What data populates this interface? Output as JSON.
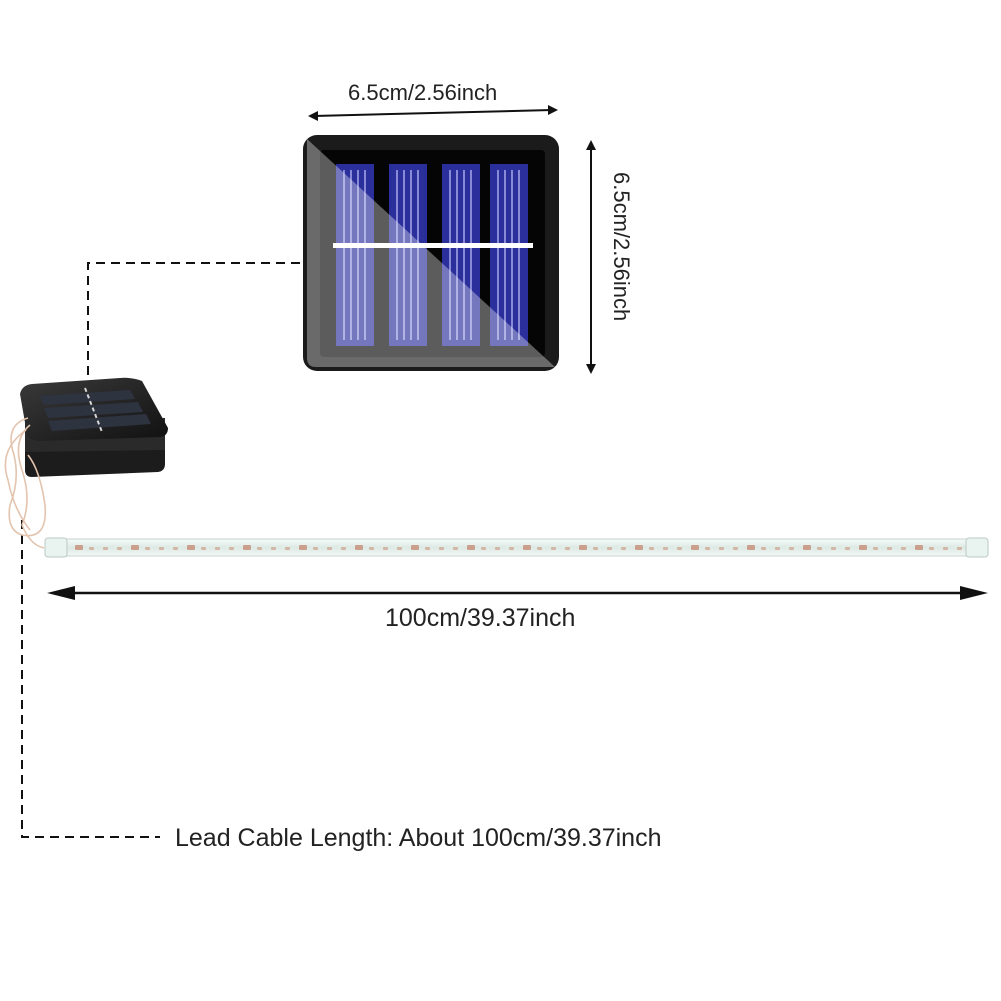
{
  "dimensions": {
    "panel_width": "6.5cm/2.56inch",
    "panel_height": "6.5cm/2.56inch",
    "strip_length": "100cm/39.37inch",
    "lead_cable": "Lead Cable Length: About 100cm/39.37inch"
  },
  "colors": {
    "panel_frame": "#1a1a1a",
    "panel_inner": "#050505",
    "solar_cell": "#2b2f9c",
    "cell_line": "#c8c8ff",
    "dimension_line": "#111111",
    "strip_body": "#e8f1ee",
    "led_chip": "#c9927c",
    "cable": "#e6c9b5"
  }
}
